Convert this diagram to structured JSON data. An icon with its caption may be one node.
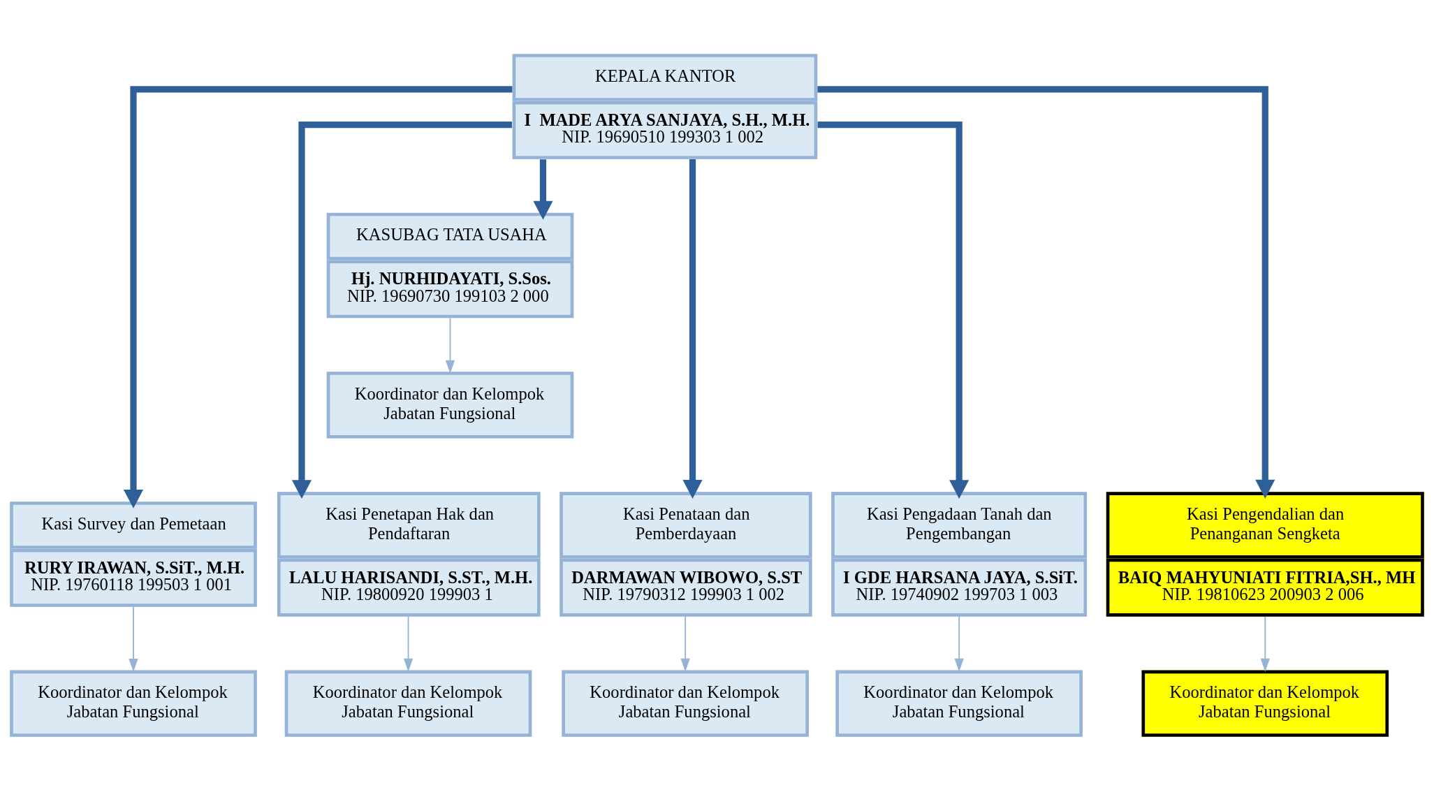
{
  "diagram": {
    "nodes": [
      {
        "text": [
          "KEPALA KANTOR",
          "I  MADE ARYA SANJAYA, S.H., M.H.",
          "NIP. 19690510 199303 1 002"
        ]
      },
      {
        "text": [
          "KASUBAG TATA USAHA",
          "Hj. NURHIDAYATI, S.Sos.",
          "NIP. 19690730 199103 2 000"
        ]
      },
      {
        "text": [
          "Koordinator dan Kelompok Jabatan Fungsional"
        ]
      },
      {
        "text": [
          "Kasi Survey dan Pemetaan",
          "RURY IRAWAN, S.SiT., M.H.",
          "NIP. 19760118 199503 1 001"
        ]
      },
      {
        "text": [
          "Kasi Penetapan Hak dan Pendaftaran",
          "LALU HARISANDI, S.ST., M.H.",
          "NIP. 19800920 199903 1"
        ]
      },
      {
        "text": [
          "Kasi Penataan dan Pemberdayaan",
          "DARMAWAN WIBOWO, S.ST",
          "NIP. 19790312 199903 1 002"
        ]
      },
      {
        "text": [
          "Kasi Pengadaan Tanah dan Pengembangan",
          "I GDE HARSANA JAYA, S.SiT.",
          "NIP. 19740902 199703 1 003"
        ]
      },
      {
        "text": [
          "Kasi Pengendalian dan Penanganan Sengketa",
          "BAIQ MAHYUNIATI FITRIA,SH., MH",
          "NIP. 19810623 200903 2 006"
        ]
      },
      {
        "text": [
          "Koordinator dan Kelompok Jabatan Fungsional"
        ]
      },
      {
        "text": [
          "Koordinator dan Kelompok Jabatan Fungsional"
        ]
      },
      {
        "text": [
          "Koordinator dan Kelompok Jabatan Fungsional"
        ]
      },
      {
        "text": [
          "Koordinator dan Kelompok Jabatan Fungsional"
        ]
      },
      {
        "text": [
          "Koordinator dan Kelompok Jabatan Fungsional"
        ]
      }
    ],
    "edges": [
      {
        "from": 0,
        "to": 1,
        "arrow": "to",
        "style": "thick",
        "color": "#2f5f98"
      },
      {
        "from": 1,
        "to": 2,
        "arrow": "to",
        "color": "#95b3d7"
      },
      {
        "from": 0,
        "to": 3,
        "arrow": "to",
        "style": "thick",
        "color": "#2f5f98"
      },
      {
        "from": 0,
        "to": 4,
        "arrow": "to",
        "style": "thick",
        "color": "#2f5f98"
      },
      {
        "from": 0,
        "to": 5,
        "arrow": "to",
        "style": "thick",
        "color": "#2f5f98"
      },
      {
        "from": 0,
        "to": 6,
        "arrow": "to",
        "style": "thick",
        "color": "#2f5f98"
      },
      {
        "from": 0,
        "to": 7,
        "arrow": "to",
        "style": "thick",
        "color": "#2f5f98"
      },
      {
        "from": 3,
        "to": 8,
        "arrow": "to",
        "color": "#95b3d7"
      },
      {
        "from": 4,
        "to": 9,
        "arrow": "to",
        "color": "#95b3d7"
      },
      {
        "from": 5,
        "to": 10,
        "arrow": "to",
        "color": "#95b3d7"
      },
      {
        "from": 6,
        "to": 11,
        "arrow": "to",
        "color": "#95b3d7"
      },
      {
        "from": 7,
        "to": 12,
        "arrow": "to",
        "color": "#95b3d7"
      }
    ]
  }
}
